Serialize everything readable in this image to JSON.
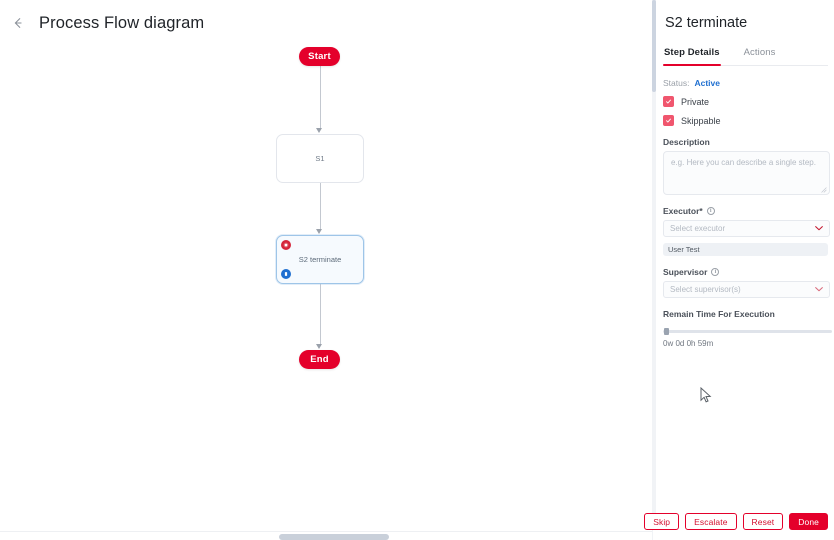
{
  "header": {
    "back_icon": "arrow-left-icon",
    "title": "Process Flow diagram"
  },
  "flow": {
    "nodes": [
      {
        "id": "start",
        "label": "Start",
        "type": "terminator"
      },
      {
        "id": "s1",
        "label": "S1",
        "type": "step"
      },
      {
        "id": "s2",
        "label": "S2 terminate",
        "type": "step",
        "selected": true,
        "badges": [
          {
            "name": "stop-badge-icon",
            "color": "#d5263b"
          },
          {
            "name": "info-badge-icon",
            "color": "#1f6fd0"
          }
        ]
      },
      {
        "id": "end",
        "label": "End",
        "type": "terminator"
      }
    ],
    "accent_color": "#e4002b",
    "selected_border_color": "#9ec5e8",
    "edge_color": "#c3c8d0"
  },
  "panel": {
    "title": "S2 terminate",
    "tabs": [
      {
        "id": "step-details",
        "label": "Step Details",
        "active": true
      },
      {
        "id": "actions",
        "label": "Actions",
        "active": false
      }
    ],
    "status": {
      "label": "Status:",
      "value": "Active",
      "value_color": "#1f6fd0"
    },
    "checkboxes": [
      {
        "id": "private",
        "label": "Private",
        "checked": true
      },
      {
        "id": "skippable",
        "label": "Skippable",
        "checked": true
      }
    ],
    "description": {
      "label": "Description",
      "value": "",
      "placeholder": "e.g. Here you can describe a single step."
    },
    "executor": {
      "label": "Executor*",
      "info_icon": "info-icon",
      "value": "",
      "placeholder": "Select executor",
      "chip": "User Test"
    },
    "supervisor": {
      "label": "Supervisor",
      "info_icon": "info-icon",
      "value": "",
      "placeholder": "Select supervisor(s)"
    },
    "remain_time": {
      "label": "Remain Time For Execution",
      "value": "0w 0d 0h 59m",
      "slider_percent": 1
    },
    "buttons": [
      {
        "id": "skip",
        "label": "Skip",
        "primary": false
      },
      {
        "id": "escalate",
        "label": "Escalate",
        "primary": false
      },
      {
        "id": "reset",
        "label": "Reset",
        "primary": false
      },
      {
        "id": "done",
        "label": "Done",
        "primary": true
      }
    ]
  }
}
